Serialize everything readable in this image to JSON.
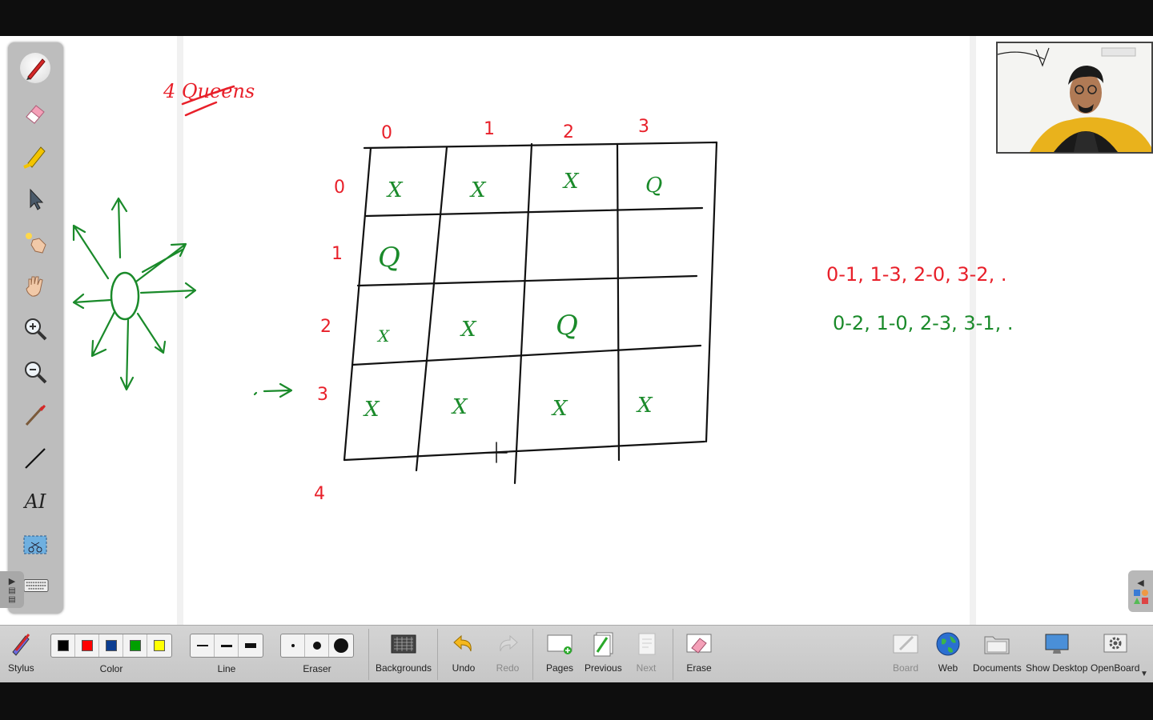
{
  "palette": {
    "tools": [
      {
        "id": "pen",
        "icon": "pen-icon",
        "active": true
      },
      {
        "id": "eraser",
        "icon": "eraser-icon"
      },
      {
        "id": "marker",
        "icon": "marker-icon"
      },
      {
        "id": "selector",
        "icon": "selector-arrow-icon"
      },
      {
        "id": "laser",
        "icon": "laser-pointer-icon"
      },
      {
        "id": "hand",
        "icon": "hand-icon"
      },
      {
        "id": "zoom-in",
        "icon": "zoom-in-icon"
      },
      {
        "id": "zoom-out",
        "icon": "zoom-out-icon"
      },
      {
        "id": "pointer",
        "icon": "pointer-stick-icon"
      },
      {
        "id": "line",
        "icon": "line-icon"
      },
      {
        "id": "text",
        "icon": "text-icon",
        "glyph": "AI"
      },
      {
        "id": "capture",
        "icon": "screen-capture-icon"
      },
      {
        "id": "keyboard",
        "icon": "keyboard-icon"
      }
    ]
  },
  "toolbar": {
    "stylus_label": "Stylus",
    "color_label": "Color",
    "colors": [
      "#000000",
      "#ff0000",
      "#0b3d91",
      "#00a000",
      "#ffff00"
    ],
    "line_label": "Line",
    "eraser_label": "Eraser",
    "backgrounds_label": "Backgrounds",
    "undo_label": "Undo",
    "redo_label": "Redo",
    "pages_label": "Pages",
    "previous_label": "Previous",
    "next_label": "Next",
    "erase_label": "Erase",
    "board_label": "Board",
    "web_label": "Web",
    "documents_label": "Documents",
    "show_desktop_label": "Show Desktop",
    "openboard_label": "OpenBoard"
  },
  "board": {
    "title": "4 Queens",
    "col_labels": [
      "0",
      "1",
      "2",
      "3"
    ],
    "row_labels": [
      "0",
      "1",
      "2",
      "3",
      "4"
    ],
    "cells": [
      [
        "X",
        "X",
        "X",
        "Q"
      ],
      [
        "Q",
        "",
        "",
        ""
      ],
      [
        "X",
        "X",
        "Q",
        ""
      ],
      [
        "X",
        "X",
        "X",
        "X"
      ]
    ],
    "solution_1": "0-1, 1-3, 2-0, 3-2, .",
    "solution_2": "0-2, 1-0, 2-3, 3-1, .",
    "ink_colors": {
      "red": "#e8202a",
      "green": "#1a8a2a",
      "black": "#111111"
    }
  }
}
